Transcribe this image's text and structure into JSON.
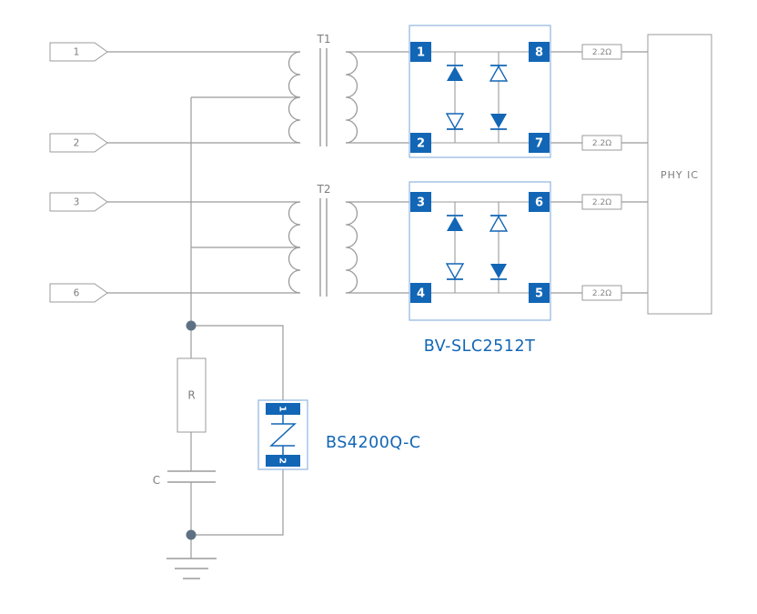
{
  "diagram": {
    "type": "ethernet-interface-protection-schematic",
    "connectors": [
      {
        "label": "1"
      },
      {
        "label": "2"
      },
      {
        "label": "3"
      },
      {
        "label": "6"
      }
    ],
    "transformers": [
      {
        "label": "T1"
      },
      {
        "label": "T2"
      }
    ],
    "protection_ic": {
      "label": "BV-SLC2512T",
      "pins": {
        "p1": "1",
        "p2": "2",
        "p3": "3",
        "p4": "4",
        "p5": "5",
        "p6": "6",
        "p7": "7",
        "p8": "8"
      }
    },
    "resistors": [
      {
        "label": "2.2Ω"
      },
      {
        "label": "2.2Ω"
      },
      {
        "label": "2.2Ω"
      },
      {
        "label": "2.2Ω"
      }
    ],
    "phy_ic": {
      "label": "PHY IC"
    },
    "rc": {
      "resistor": "R",
      "capacitor": "C"
    },
    "surge_arrester": {
      "label": "BS4200Q-C",
      "pin_top": "1",
      "pin_bottom": "2"
    },
    "colors": {
      "accent": "#1266b5",
      "light_blue_border": "#8fb5de",
      "wire": "#9b9b9b",
      "text_gray": "#7d7d7d",
      "junction_dot": "#5e7184"
    }
  }
}
